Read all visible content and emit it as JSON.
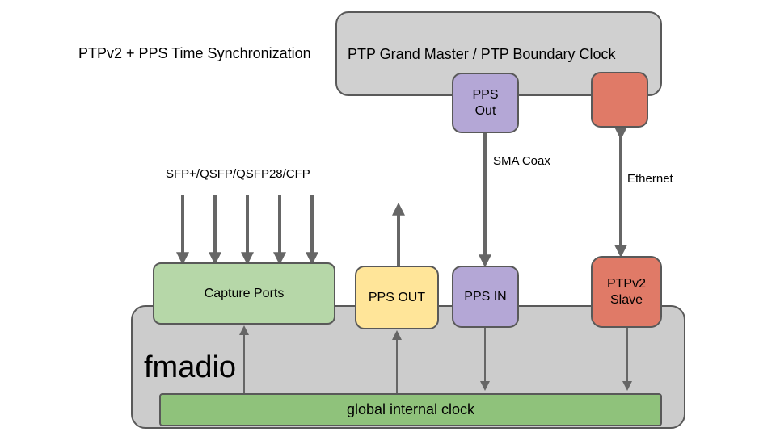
{
  "title": "PTPv2 + PPS Time Synchronization",
  "grandmaster": {
    "label": "PTP Grand Master / PTP Boundary Clock",
    "pps_out_line1": "PPS",
    "pps_out_line2": "Out"
  },
  "links": {
    "sma": "SMA Coax",
    "ethernet": "Ethernet",
    "ports": "SFP+/QSFP/QSFP28/CFP"
  },
  "fmadio": {
    "label": "fmadio",
    "capture_ports": "Capture Ports",
    "pps_out": "PPS OUT",
    "pps_in": "PPS IN",
    "ptp_slave_line1": "PTPv2",
    "ptp_slave_line2": "Slave",
    "clock": "global internal clock"
  },
  "colors": {
    "gray_box": "#d0d0d0",
    "green_light": "#b6d7a8",
    "green_clock": "#8fc27b",
    "yellow": "#ffe599",
    "purple": "#b4a7d6",
    "red": "#e07a67",
    "arrow": "#666666"
  }
}
